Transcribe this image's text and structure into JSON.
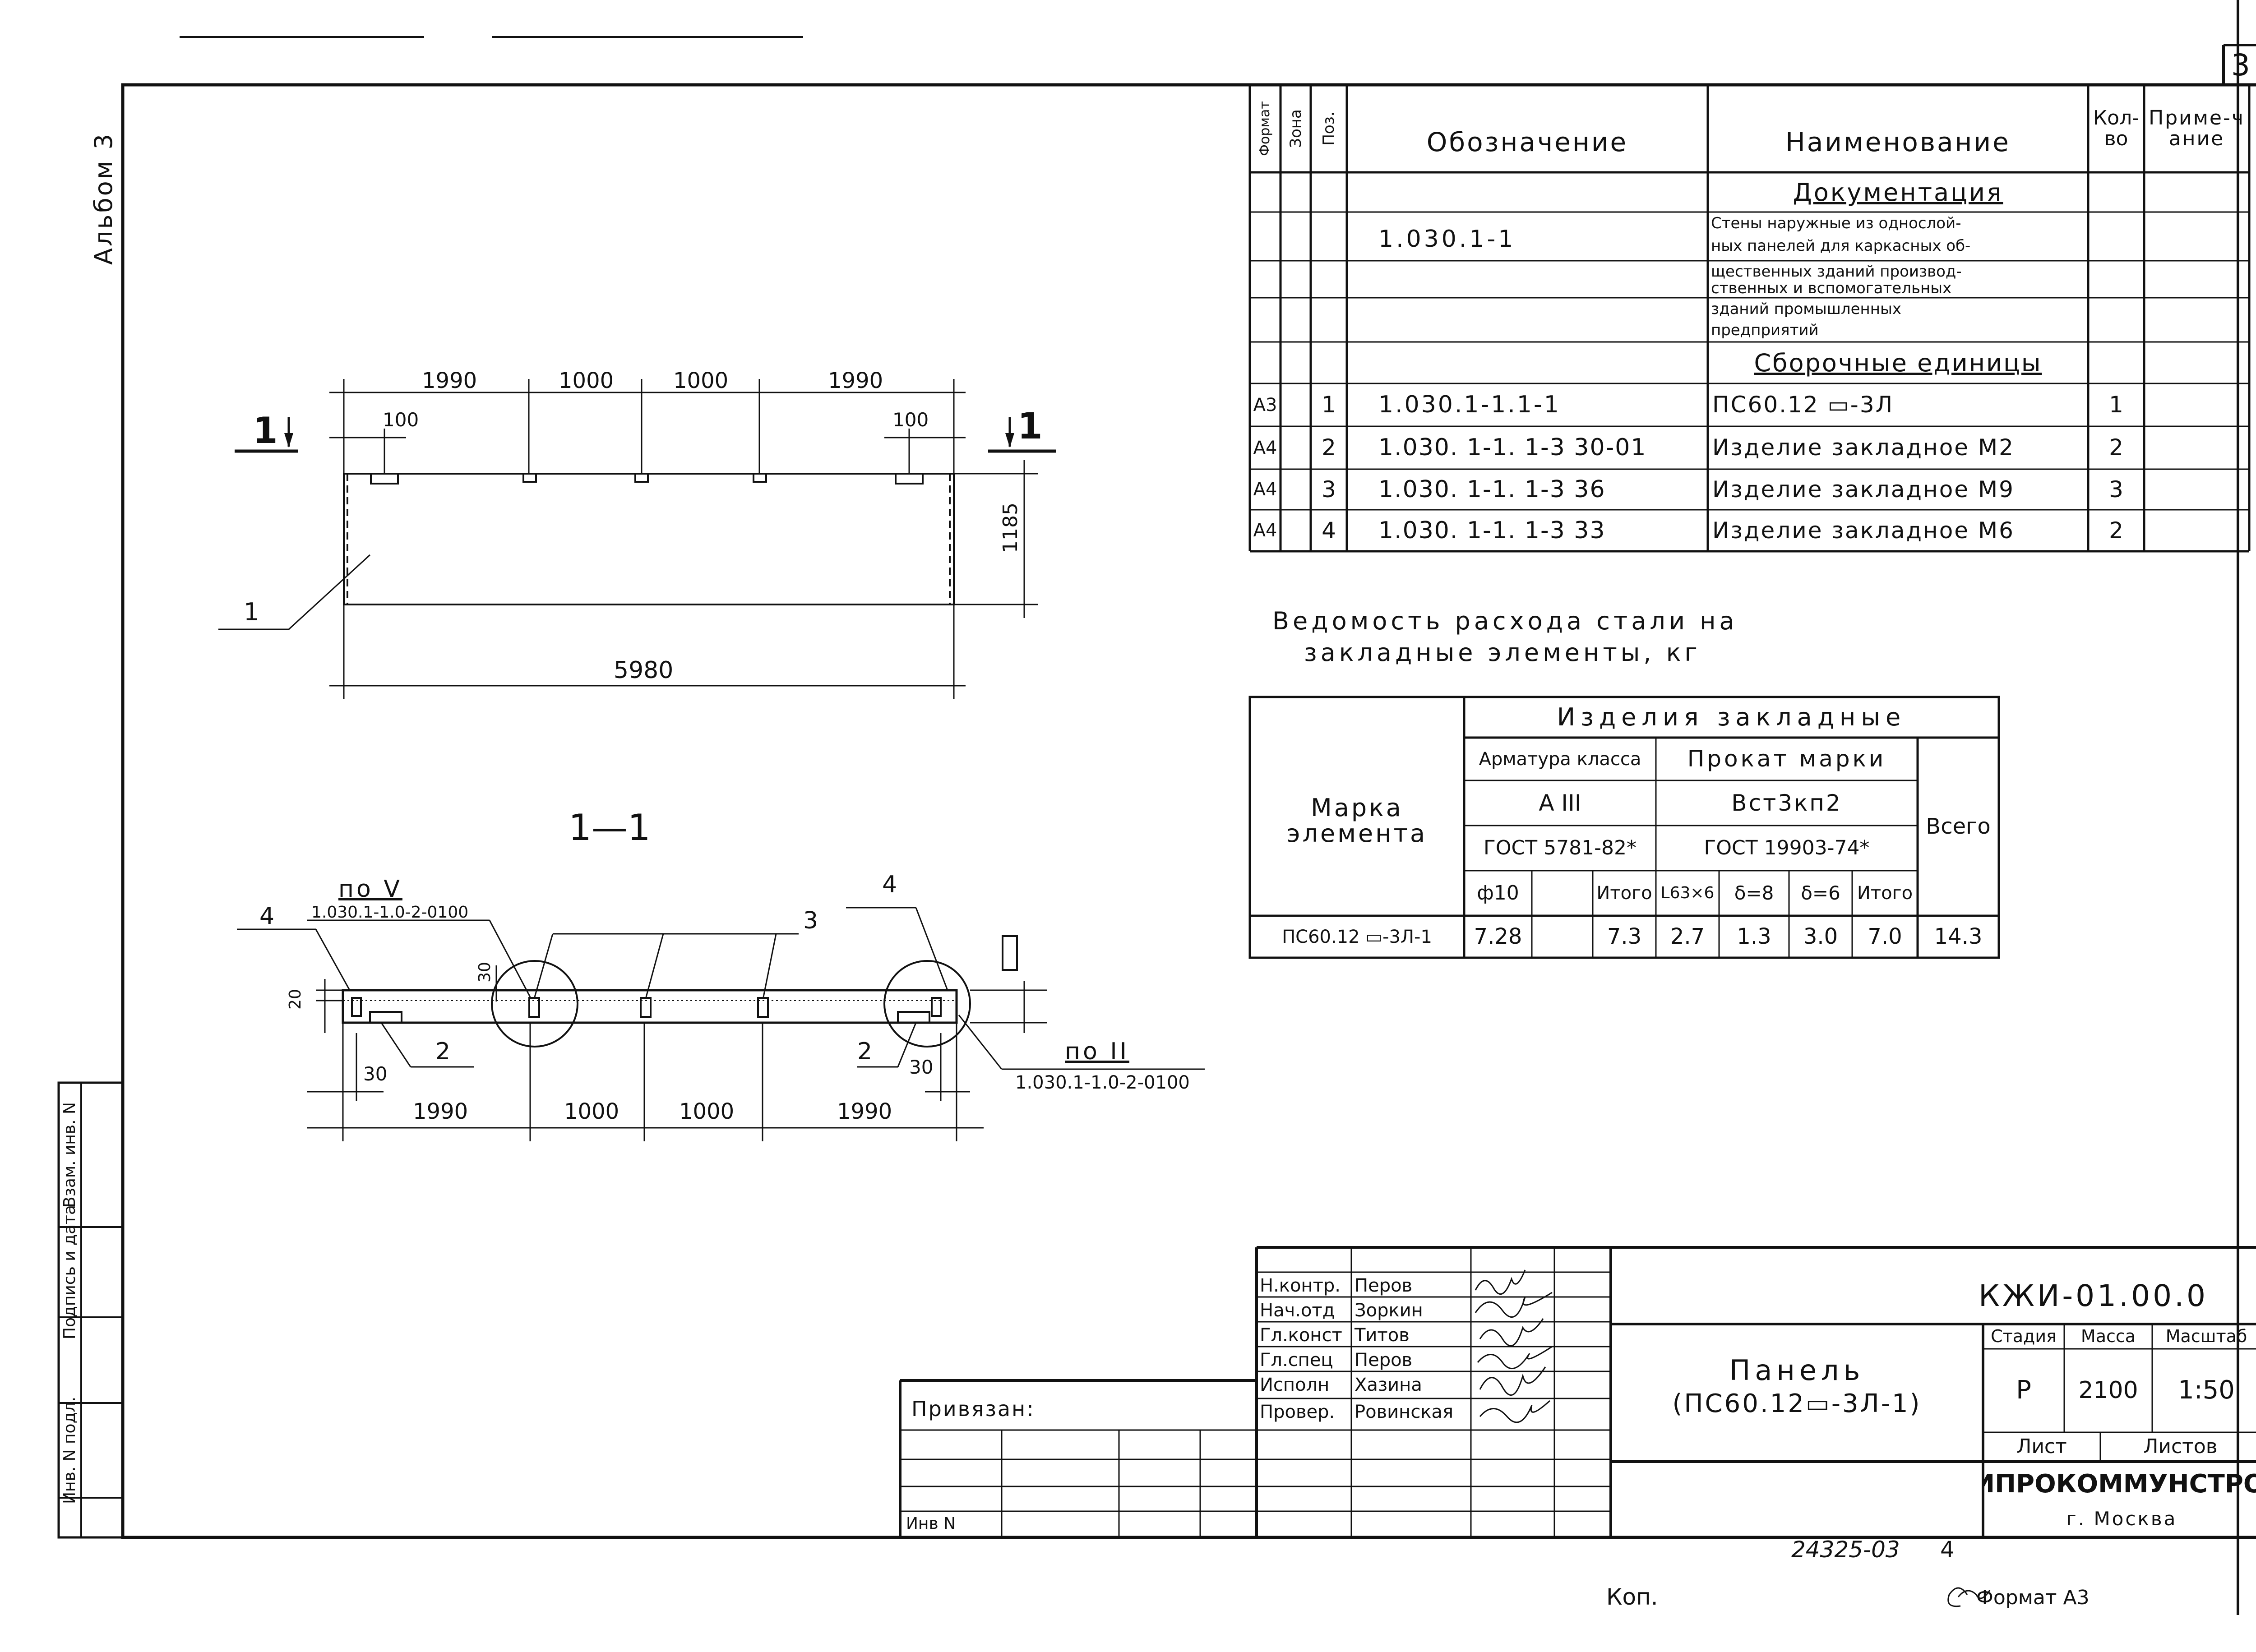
{
  "album": "Альбом 3",
  "sheet_number": "3",
  "spec": {
    "headers": {
      "format": "Формат",
      "zone": "Зона",
      "pos": "Поз.",
      "designation": "Обозначение",
      "name": "Наименование",
      "qty": "Кол-во",
      "note": "Приме-чание"
    },
    "sections": {
      "documentation": "Документация",
      "assembly": "Сборочные единицы"
    },
    "doc_designation": "1.030.1-1",
    "doc_lines": [
      "Стены наружные из однослой-",
      "ных панелей для каркасных об-",
      "щественных зданий производ-",
      "ственных и вспомогательных",
      "зданий промышленных",
      "предприятий"
    ],
    "rows": [
      {
        "format": "А3",
        "pos": "1",
        "designation": "1.030.1-1.1-1",
        "name": "ПС60.12 ▭-3Л",
        "qty": "1"
      },
      {
        "format": "А4",
        "pos": "2",
        "designation": "1.030. 1-1. 1-3  30-01",
        "name": "Изделие закладное М2",
        "qty": "2"
      },
      {
        "format": "А4",
        "pos": "3",
        "designation": "1.030. 1-1. 1-3  36",
        "name": "Изделие закладное М9",
        "qty": "3"
      },
      {
        "format": "А4",
        "pos": "4",
        "designation": "1.030. 1-1. 1-3  33",
        "name": "Изделие закладное М6",
        "qty": "2"
      }
    ]
  },
  "steel": {
    "title_line1": "Ведомость расхода стали на",
    "title_line2": "закладные элементы, кг",
    "mark_header": "Марка элемента",
    "items_header": "Изделия закладные",
    "rebar_header": "Арматура класса",
    "rebar_class": "А III",
    "rebar_gost": "ГОСТ 5781-82*",
    "rolled_header": "Прокат марки",
    "rolled_grade": "Вст3кп2",
    "rolled_gost": "ГОСТ 19903-74*",
    "total_header": "Всего",
    "sub_headers": [
      "ф10",
      "",
      "Итого",
      "L63×6",
      "δ=8",
      "δ=6",
      "Итого"
    ],
    "row": {
      "mark": "ПС60.12 ▭-3Л-1",
      "values": [
        "7.28",
        "",
        "7.3",
        "2.7",
        "1.3",
        "3.0",
        "7.0"
      ],
      "total": "14.3"
    }
  },
  "drawing": {
    "top_dims": [
      "1990",
      "1000",
      "1000",
      "1990"
    ],
    "edge_offsets": [
      "100",
      "100"
    ],
    "height": "1185",
    "overall": "5980",
    "section_marks": [
      "1",
      "1"
    ],
    "part_label": "1",
    "section_title": "1—1",
    "section_callouts": [
      "4",
      "3",
      "4",
      "2",
      "2"
    ],
    "node_left": {
      "label": "по V",
      "ref": "1.030.1-1.0-2-0100"
    },
    "node_right": {
      "label": "по II",
      "ref": "1.030.1-1.0-2-0100"
    },
    "small_dims": [
      "20",
      "30",
      "30",
      "30"
    ],
    "bottom_dims": [
      "1990",
      "1000",
      "1000",
      "1990"
    ]
  },
  "title_block": {
    "code": "КЖИ-01.00.0",
    "name_line1": "Панель",
    "name_line2": "(ПС60.12▭-3Л-1)",
    "stage_label": "Стадия",
    "mass_label": "Масса",
    "scale_label": "Масштаб",
    "stage": "Р",
    "mass": "2100",
    "scale": "1:50",
    "sheet_label": "Лист",
    "sheets_label": "Листов",
    "org": "ГИПРОКОММУНСТРОЙ",
    "city": "г. Москва",
    "bound": "Привязан:",
    "inv": "Инв N",
    "people": [
      {
        "role": "Н.контр.",
        "name": "Перов"
      },
      {
        "role": "Нач.отд",
        "name": "Зоркин"
      },
      {
        "role": "Гл.конст",
        "name": "Титов"
      },
      {
        "role": "Гл.спец",
        "name": "Перов"
      },
      {
        "role": "Исполн",
        "name": "Хазина"
      },
      {
        "role": "Провер.",
        "name": "Ровинская"
      }
    ]
  },
  "side_stamp": [
    "Инв. N подл.",
    "Подпись и дата",
    "Взам. инв. N"
  ],
  "footer": {
    "number": "24325-03",
    "page": "4",
    "copy": "Коп.",
    "format": "Формат А3"
  }
}
